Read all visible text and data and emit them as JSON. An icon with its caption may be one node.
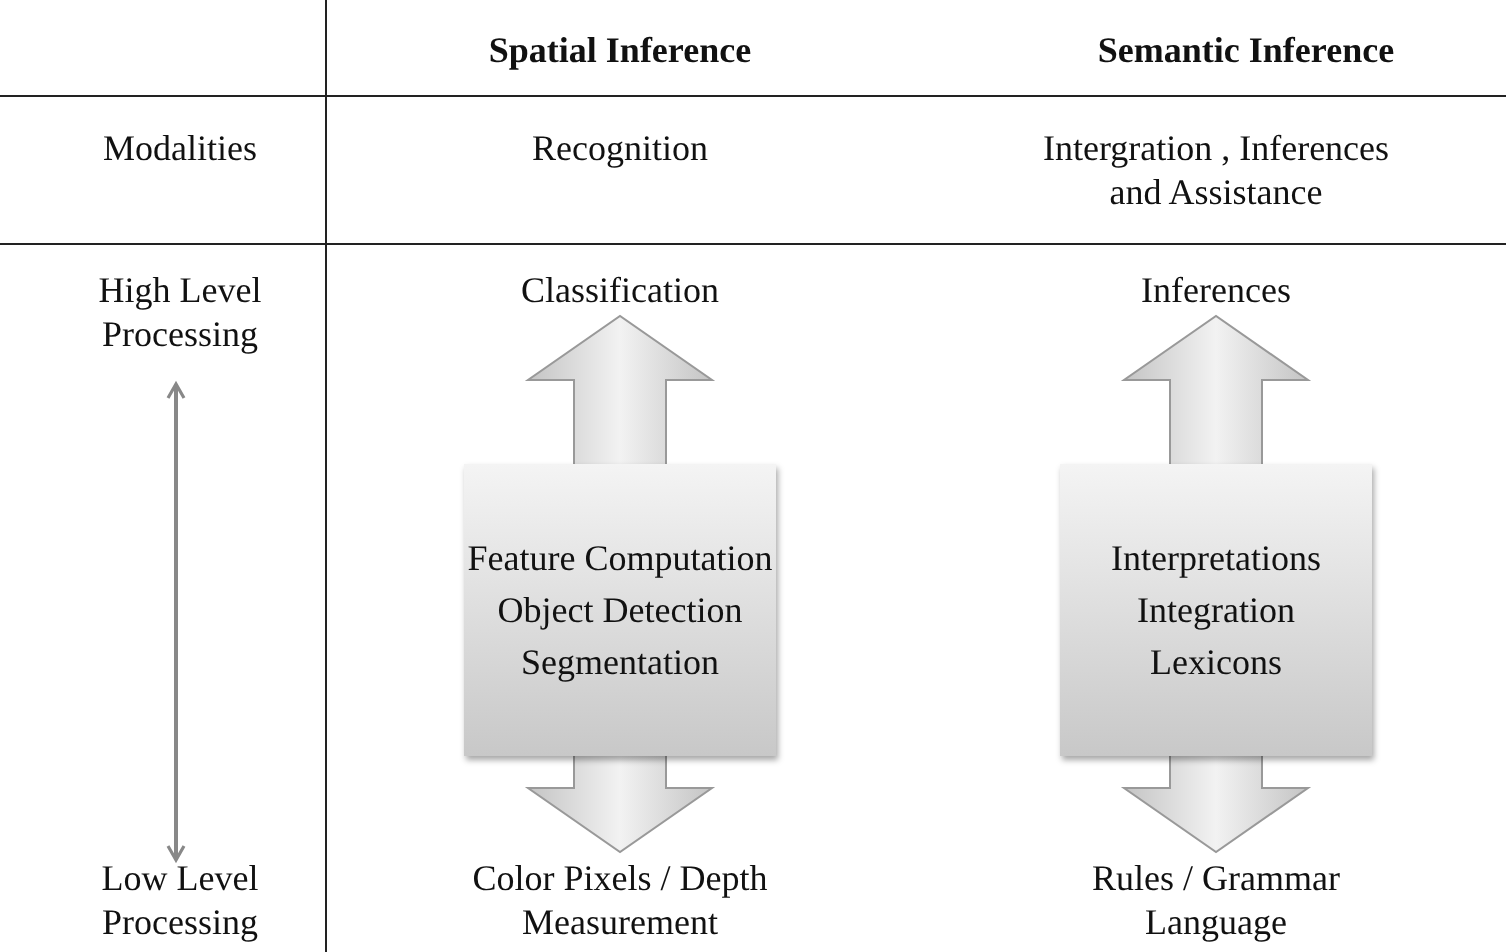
{
  "diagram": {
    "nodes": [
      {
        "text": [
          "Classification"
        ]
      },
      {
        "text": [
          "Inferences"
        ]
      },
      {
        "text": [
          "Feature Computation",
          "Object Detection",
          "Segmentation"
        ]
      },
      {
        "text": [
          "Interpretations",
          "Integration",
          "Lexicons"
        ]
      },
      {
        "text": [
          "Color Pixels / Depth Measurement"
        ]
      },
      {
        "text": [
          "Rules / Grammar Language"
        ]
      }
    ],
    "edges": [
      {
        "from": 2,
        "to": 0,
        "arrow": "to"
      },
      {
        "from": 2,
        "to": 4,
        "arrow": "to"
      },
      {
        "from": 3,
        "to": 1,
        "arrow": "to"
      },
      {
        "from": 3,
        "to": 5,
        "arrow": "to"
      }
    ],
    "labels": [
      "Spatial Inference",
      "Semantic Inference",
      "Modalities",
      "Recognition",
      "Intergration , Inferences and Assistance",
      "High Level Processing",
      "Low Level Processing"
    ]
  }
}
